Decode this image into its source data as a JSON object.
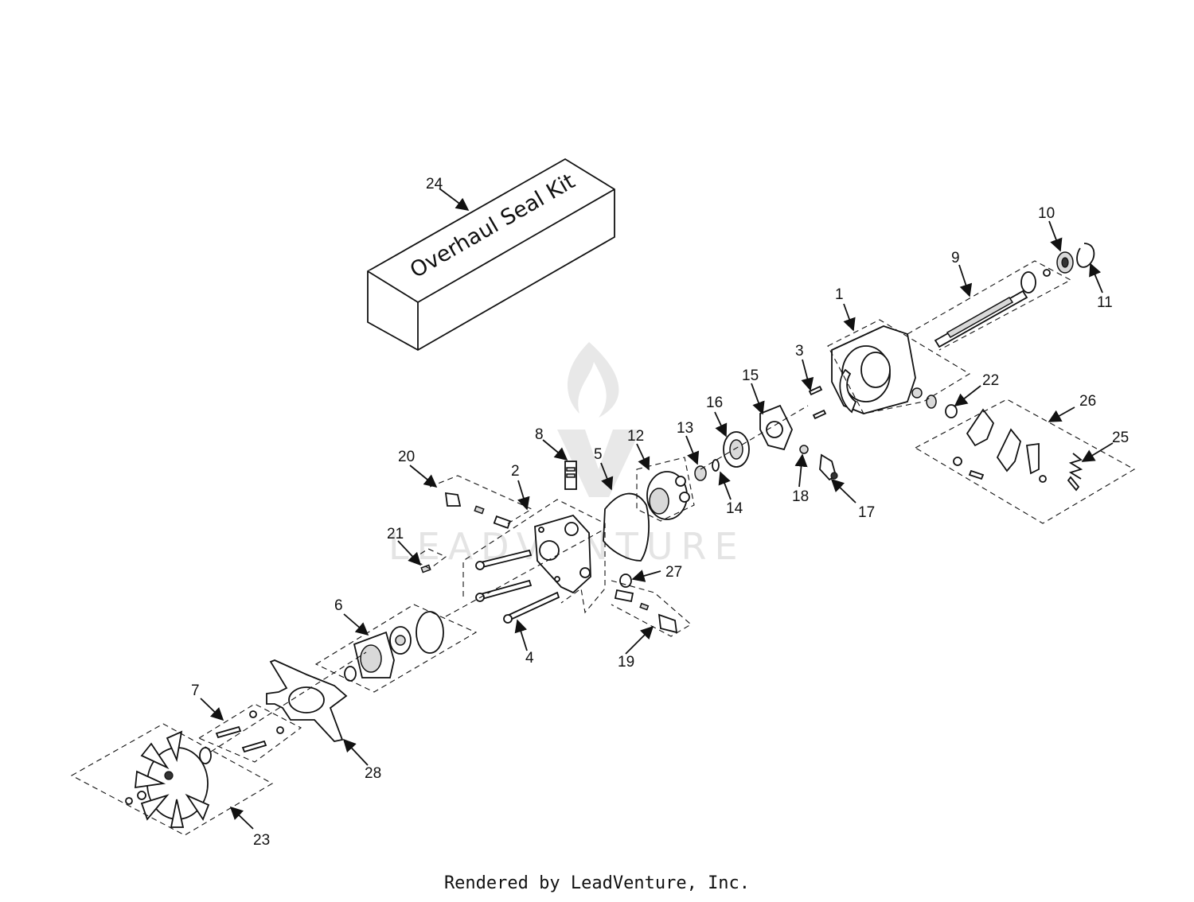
{
  "kit_box": {
    "label": "Overhaul Seal Kit"
  },
  "callouts": {
    "c1": "1",
    "c2": "2",
    "c3": "3",
    "c4": "4",
    "c5": "5",
    "c6": "6",
    "c7": "7",
    "c8": "8",
    "c9": "9",
    "c10": "10",
    "c11": "11",
    "c12": "12",
    "c13": "13",
    "c14": "14",
    "c15": "15",
    "c16": "16",
    "c17": "17",
    "c18": "18",
    "c19": "19",
    "c20": "20",
    "c21": "21",
    "c22": "22",
    "c23": "23",
    "c24": "24",
    "c25": "25",
    "c26": "26",
    "c27": "27",
    "c28": "28"
  },
  "watermark": {
    "text": "LEADVENTURE"
  },
  "footer": {
    "text": "Rendered by LeadVenture, Inc."
  }
}
